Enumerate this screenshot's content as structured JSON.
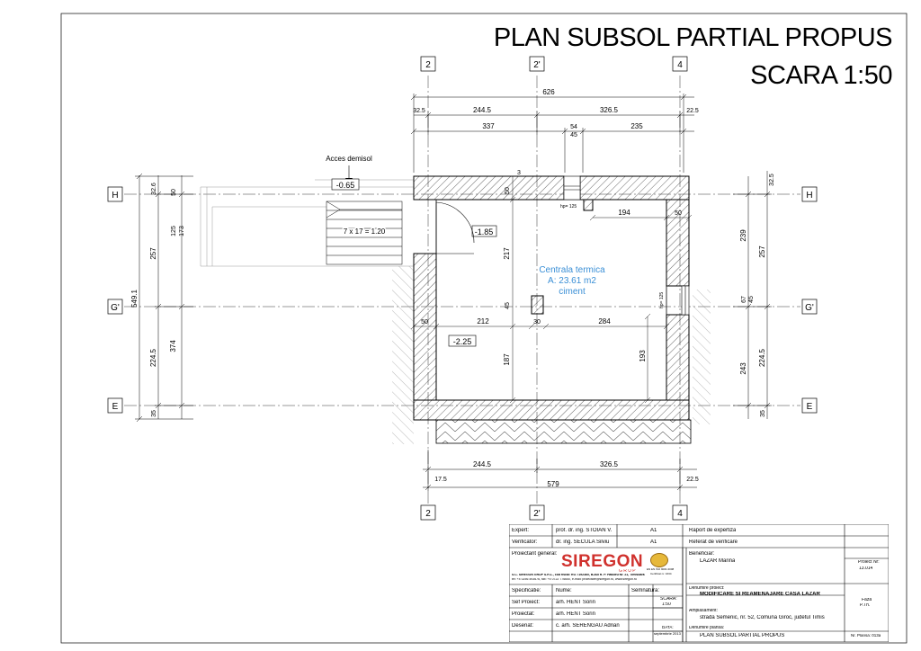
{
  "header": {
    "title": "PLAN SUBSOL PARTIAL PROPUS",
    "scale": "SCARA 1:50"
  },
  "grid_axes": {
    "columns": [
      "2",
      "2'",
      "4"
    ],
    "rows": [
      "H",
      "G'",
      "E"
    ]
  },
  "dimensions": {
    "top_total": "626",
    "top_row2": [
      "32.5",
      "244.5",
      "326.5",
      "22.5"
    ],
    "top_row3": [
      "337",
      "54",
      "45",
      "235"
    ],
    "bottom_row1": [
      "17.5",
      "244.5",
      "326.5",
      "22.5"
    ],
    "bottom_total": "579",
    "left_outer": "549.1",
    "left_row1": [
      "32.6",
      "50",
      "125",
      "173"
    ],
    "left_row2": [
      "257",
      "374",
      "224.5",
      "35"
    ],
    "right_row1": [
      "32.5",
      "239",
      "257",
      "67",
      "45",
      "243",
      "224.5",
      "35"
    ],
    "interior": [
      "3",
      "50",
      "217",
      "194",
      "50",
      "45",
      "187",
      "193",
      "50",
      "212",
      "30",
      "284"
    ],
    "lintel_marks": [
      "hp= 125",
      "hp= 125"
    ]
  },
  "plan_labels": {
    "access": "Acces demisol",
    "stairs": "7 x 17 = 1.20",
    "level_1": "-0.65",
    "level_2": "-1.85",
    "level_3": "-2.25",
    "room_name": "Centrala termica",
    "room_area": "A: 23.61 m2",
    "room_finish": "ciment"
  },
  "title_block": {
    "expert_label": "Expert:",
    "expert_name": "prof. dr. ing. STOIAN V.",
    "verifier_label": "Verificator:",
    "verifier_name": "dr. ing. SECULA Silviu",
    "req_a1_1": "A1",
    "req_a1_2": "A1",
    "report_expertiza": "Raport de expertiza",
    "report_verificare": "Referat de verificare",
    "designer_label": "Proiectant general:",
    "company_logo": "SIREGON",
    "company_logo_sub": "G R U P",
    "company_info": "S.C. SIREGON GRUP S.R.L., cod fiscal: RO 7192360, B-dul R. P. Hasdeu Nr. 21, Timisoara",
    "company_contact": "tel: +4 0256 493676, fax: +4 0722 776650, e-mail: proiectare@siregon.ro, www.siregon.ro",
    "cert_badge": "EN EN ISO 9001:2008",
    "cert_no": "Certificat nr. 1634",
    "beneficiary_label": "Beneficiar:",
    "beneficiary_name": "LAZAR Marina",
    "project_no_label": "Proiect Nr:",
    "project_no": "13.014",
    "spec_label": "Specificatie:",
    "name_label": "Nume:",
    "signature_label": "Semnatura:",
    "scale_label": "SCARA:",
    "scale_value": "1:50",
    "project_name_label": "Denumire proiect:",
    "project_name": "MODIFICARE SI REAMENAJARE CASA LAZAR",
    "phase_label": "Faza",
    "phase_value": "P.Th.",
    "location_label": "Amplasament:",
    "location_value": "strada Semenic, nr. 52, Comuna Giroc, judetul Timis",
    "chief_label": "Sef Proiect:",
    "chief_name": "arh. HENT Sorin",
    "designed_label": "Proiectat:",
    "designed_name": "arh. HENT Sorin",
    "drawn_label": "Desenat:",
    "drawn_name": "c. arh. SERENGAU Adrian",
    "date_label": "DATA:",
    "date_value": "septembrie 2013",
    "sheet_name_label": "Denumire plansa:",
    "sheet_name": "PLAN SUBSOL PARTIAL PROPUS",
    "sheet_no": "Nr. Plansa: 013a"
  }
}
